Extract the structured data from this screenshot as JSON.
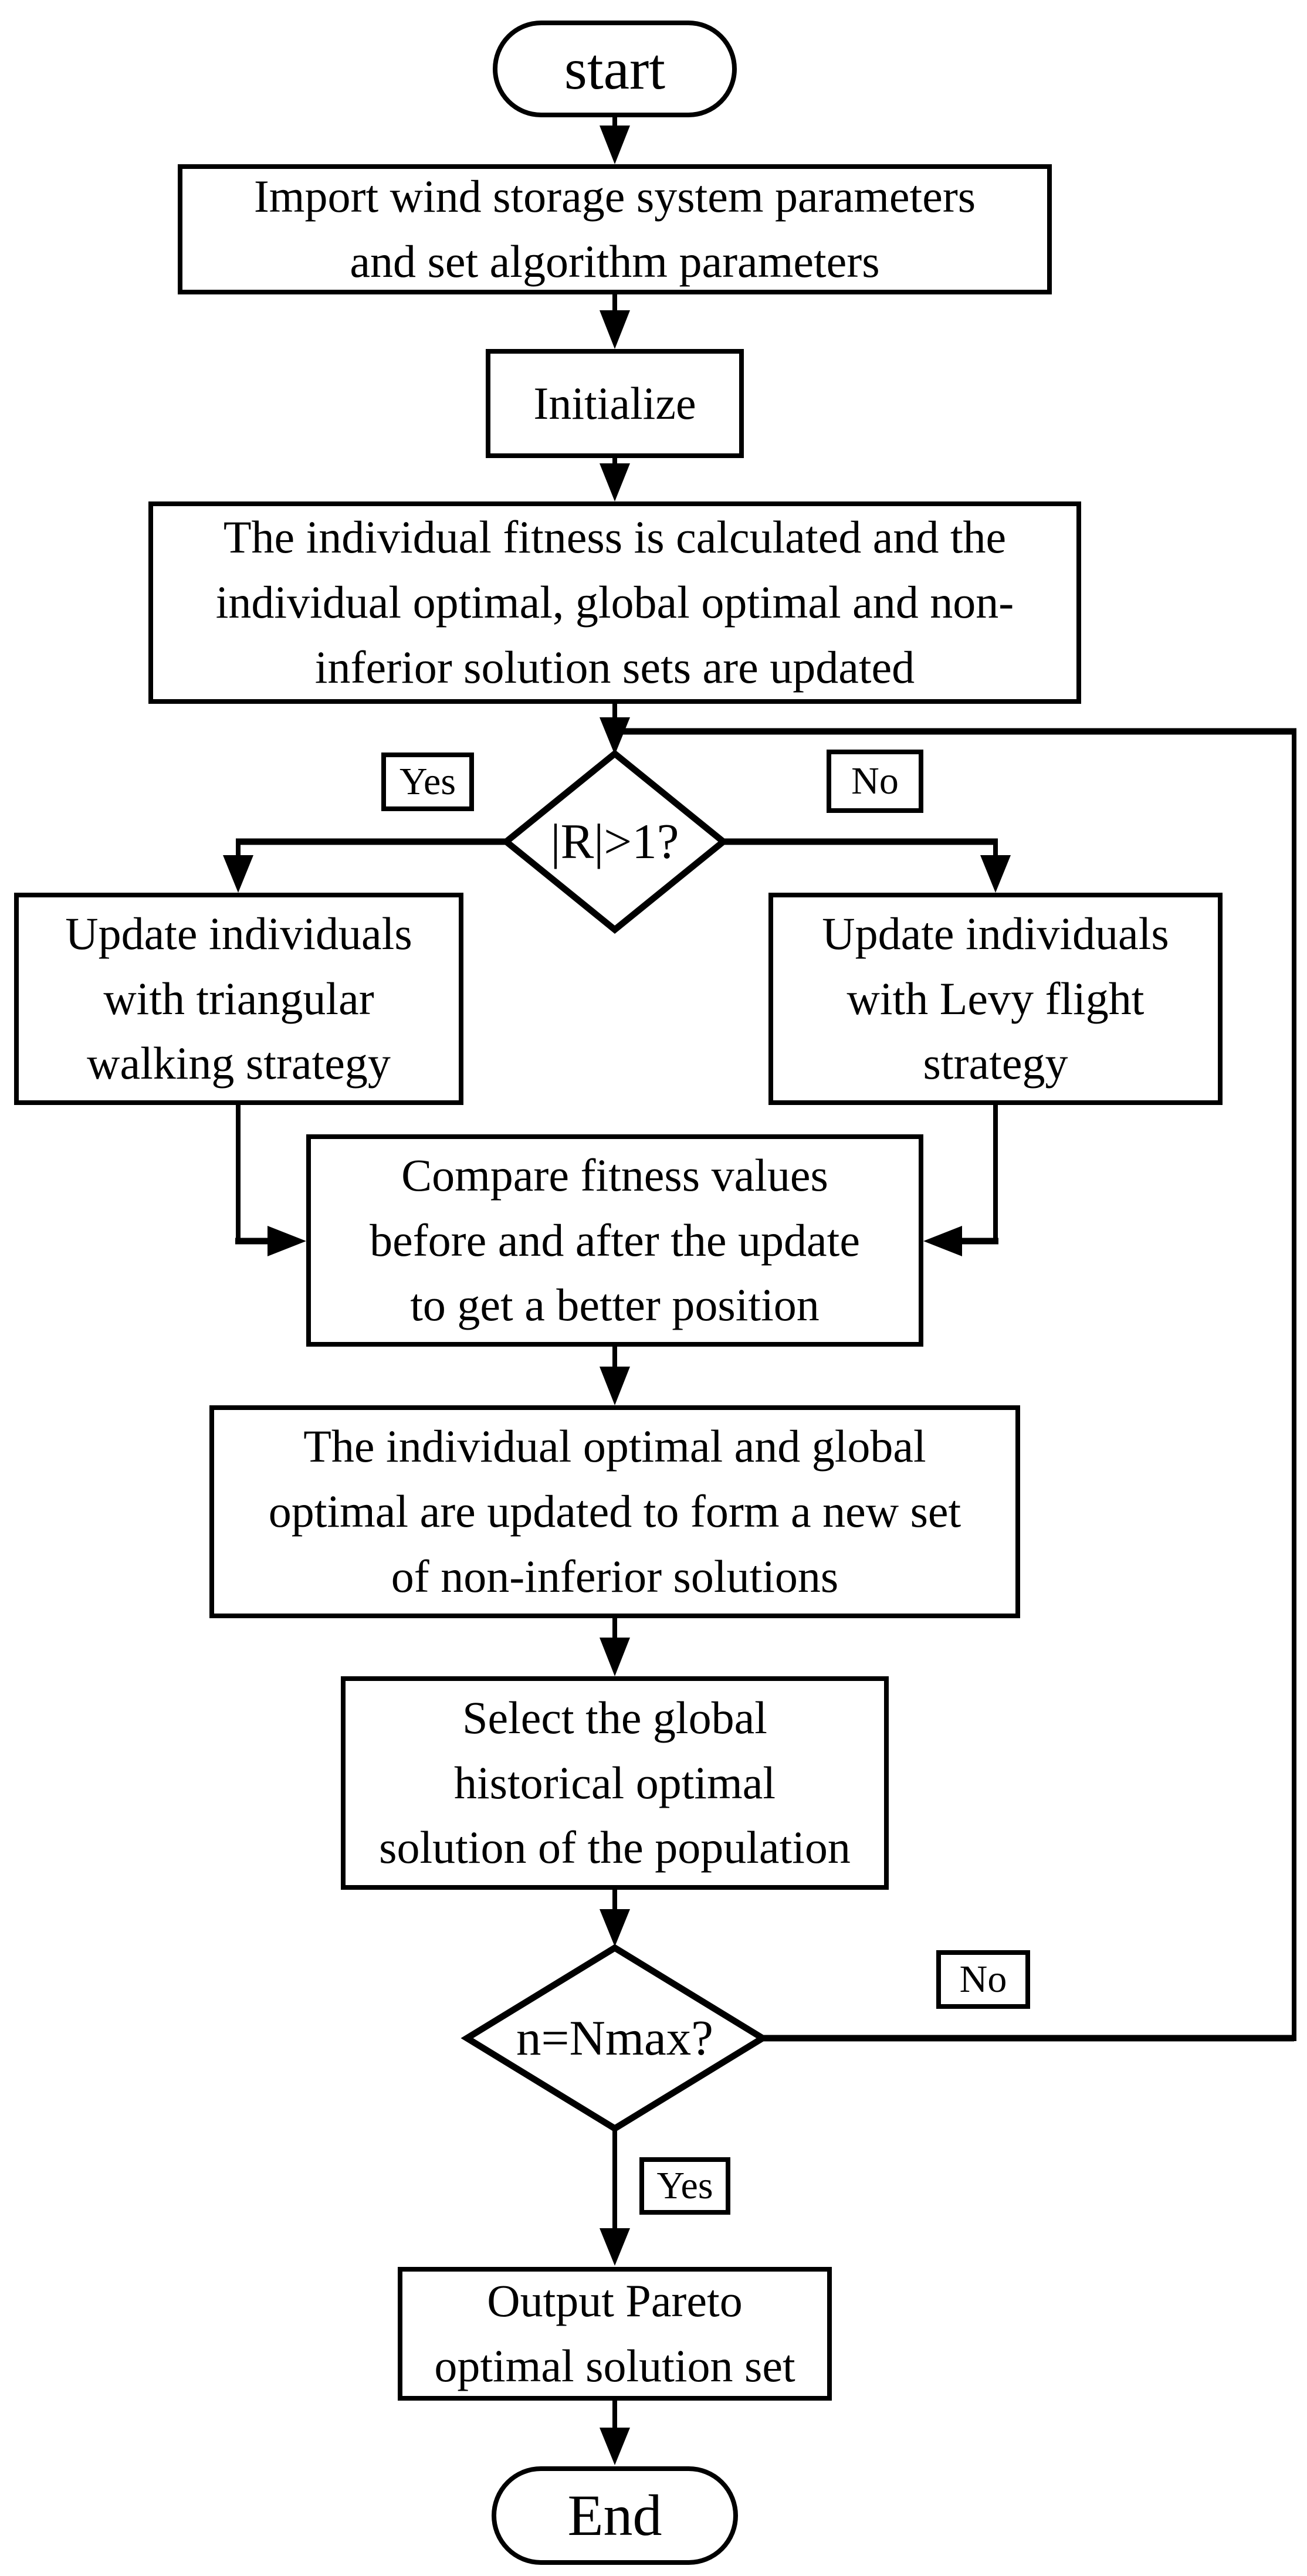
{
  "page": {
    "background": "#ffffff",
    "line_color": "#000000",
    "text_color": "#000000"
  },
  "flowchart": {
    "nodes": {
      "start": {
        "type": "terminator",
        "label": "start"
      },
      "import_params": {
        "type": "process",
        "label": "Import wind storage system parameters\nand set algorithm parameters"
      },
      "initialize": {
        "type": "process",
        "label": "Initialize"
      },
      "calc_fitness": {
        "type": "process",
        "label": "The individual fitness is calculated and the\nindividual optimal, global optimal and non-\ninferior solution sets are updated"
      },
      "r_decision": {
        "type": "decision",
        "label": "|R|>1?"
      },
      "triangular_update": {
        "type": "process",
        "label": "Update individuals\nwith triangular\nwalking strategy"
      },
      "levy_update": {
        "type": "process",
        "label": "Update individuals\nwith Levy flight\nstrategy"
      },
      "compare_fitness": {
        "type": "process",
        "label": "Compare fitness values\nbefore and after the update\nto get a better position"
      },
      "update_optimal": {
        "type": "process",
        "label": "The individual optimal and global\noptimal are updated to form a new set\nof non-inferior solutions"
      },
      "select_global": {
        "type": "process",
        "label": "Select the global\nhistorical optimal\nsolution of the population"
      },
      "nmax_decision": {
        "type": "decision",
        "label": "n=Nmax?"
      },
      "output_pareto": {
        "type": "process",
        "label": "Output Pareto\noptimal solution set"
      },
      "end": {
        "type": "terminator",
        "label": "End"
      }
    },
    "edge_labels": {
      "r_yes": "Yes",
      "r_no": "No",
      "n_no": "No",
      "n_yes": "Yes"
    },
    "edges": [
      {
        "from": "start",
        "to": "import_params"
      },
      {
        "from": "import_params",
        "to": "initialize"
      },
      {
        "from": "initialize",
        "to": "calc_fitness"
      },
      {
        "from": "calc_fitness",
        "to": "r_decision"
      },
      {
        "from": "r_decision",
        "to": "triangular_update",
        "label": "Yes"
      },
      {
        "from": "r_decision",
        "to": "levy_update",
        "label": "No"
      },
      {
        "from": "triangular_update",
        "to": "compare_fitness"
      },
      {
        "from": "levy_update",
        "to": "compare_fitness"
      },
      {
        "from": "compare_fitness",
        "to": "update_optimal"
      },
      {
        "from": "update_optimal",
        "to": "select_global"
      },
      {
        "from": "select_global",
        "to": "nmax_decision"
      },
      {
        "from": "nmax_decision",
        "to": "output_pareto",
        "label": "Yes"
      },
      {
        "from": "nmax_decision",
        "to": "r_decision",
        "label": "No"
      },
      {
        "from": "output_pareto",
        "to": "end"
      }
    ]
  }
}
